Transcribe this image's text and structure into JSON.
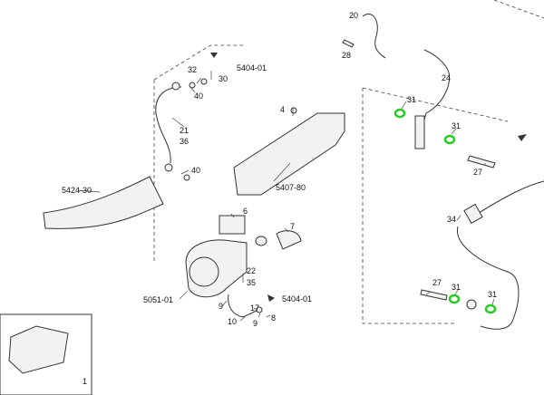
{
  "labels": {
    "l20": "20",
    "l28": "28",
    "l32": "32",
    "l30": "30",
    "l5404a": "5404-01",
    "l40a": "40",
    "l21": "21",
    "l36": "36",
    "l4": "4",
    "l40b": "40",
    "l5407": "5407-80",
    "l5424": "5424-30",
    "l6": "6",
    "l7": "7",
    "l31a": "31",
    "l24": "24",
    "l31b": "31",
    "l27a": "27",
    "l34": "34",
    "l22": "22",
    "l35": "35",
    "l5051": "5051-01",
    "l9a": "9",
    "l10": "10",
    "l17": "17",
    "l9b": "9",
    "l8": "8",
    "l5404b": "5404-01",
    "l27b": "27",
    "l31c": "31",
    "l31d": "31",
    "l1": "1"
  },
  "colors": {
    "highlight": "#22cc22",
    "line": "#333333"
  }
}
